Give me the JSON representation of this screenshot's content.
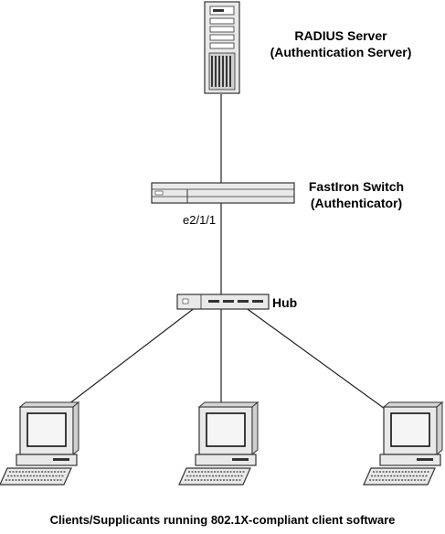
{
  "nodes": {
    "radius_server": {
      "line1": "RADIUS Server",
      "line2": "(Authentication Server)",
      "icon": "server-icon"
    },
    "switch": {
      "line1": "FastIron Switch",
      "line2": "(Authenticator)",
      "port": "e2/1/1",
      "icon": "switch-icon"
    },
    "hub": {
      "label": "Hub",
      "icon": "hub-icon"
    },
    "clients": {
      "caption": "Clients/Supplicants running 802.1X-compliant client software",
      "icon": "computer-icon",
      "count": 3
    }
  },
  "colors": {
    "device_fill": "#e9e9e9",
    "device_stroke": "#333333",
    "line": "#222222"
  }
}
